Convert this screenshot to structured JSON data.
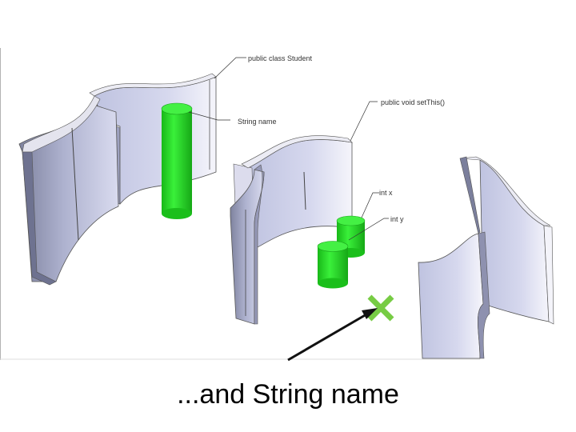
{
  "slide": {
    "caption": "...and String name"
  },
  "callouts": {
    "class_label": "public class Student",
    "string_label": "String name",
    "method_label": "public void setThis()",
    "int_x_label": "int x",
    "int_y_label": "int y"
  },
  "colors": {
    "wall_face": "#c6c9e6",
    "wall_dark": "#8a8eab",
    "wall_top": "#e9e9f2",
    "green": "#22dd22",
    "marker": "#77cc44"
  },
  "icons": {
    "marker": "x-marker-icon",
    "arrow": "arrow-icon"
  }
}
